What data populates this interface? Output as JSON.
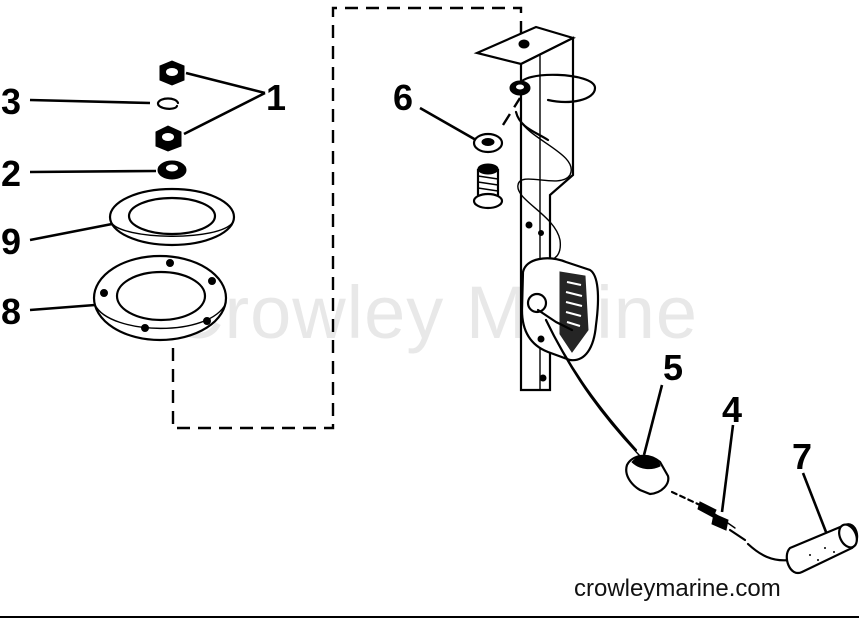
{
  "callouts": {
    "c1": "1",
    "c2": "2",
    "c3": "3",
    "c4": "4",
    "c5": "5",
    "c6": "6",
    "c7": "7",
    "c8": "8",
    "c9": "9"
  },
  "watermark": "Crowley Marine",
  "site_url": "crowleymarine.com"
}
